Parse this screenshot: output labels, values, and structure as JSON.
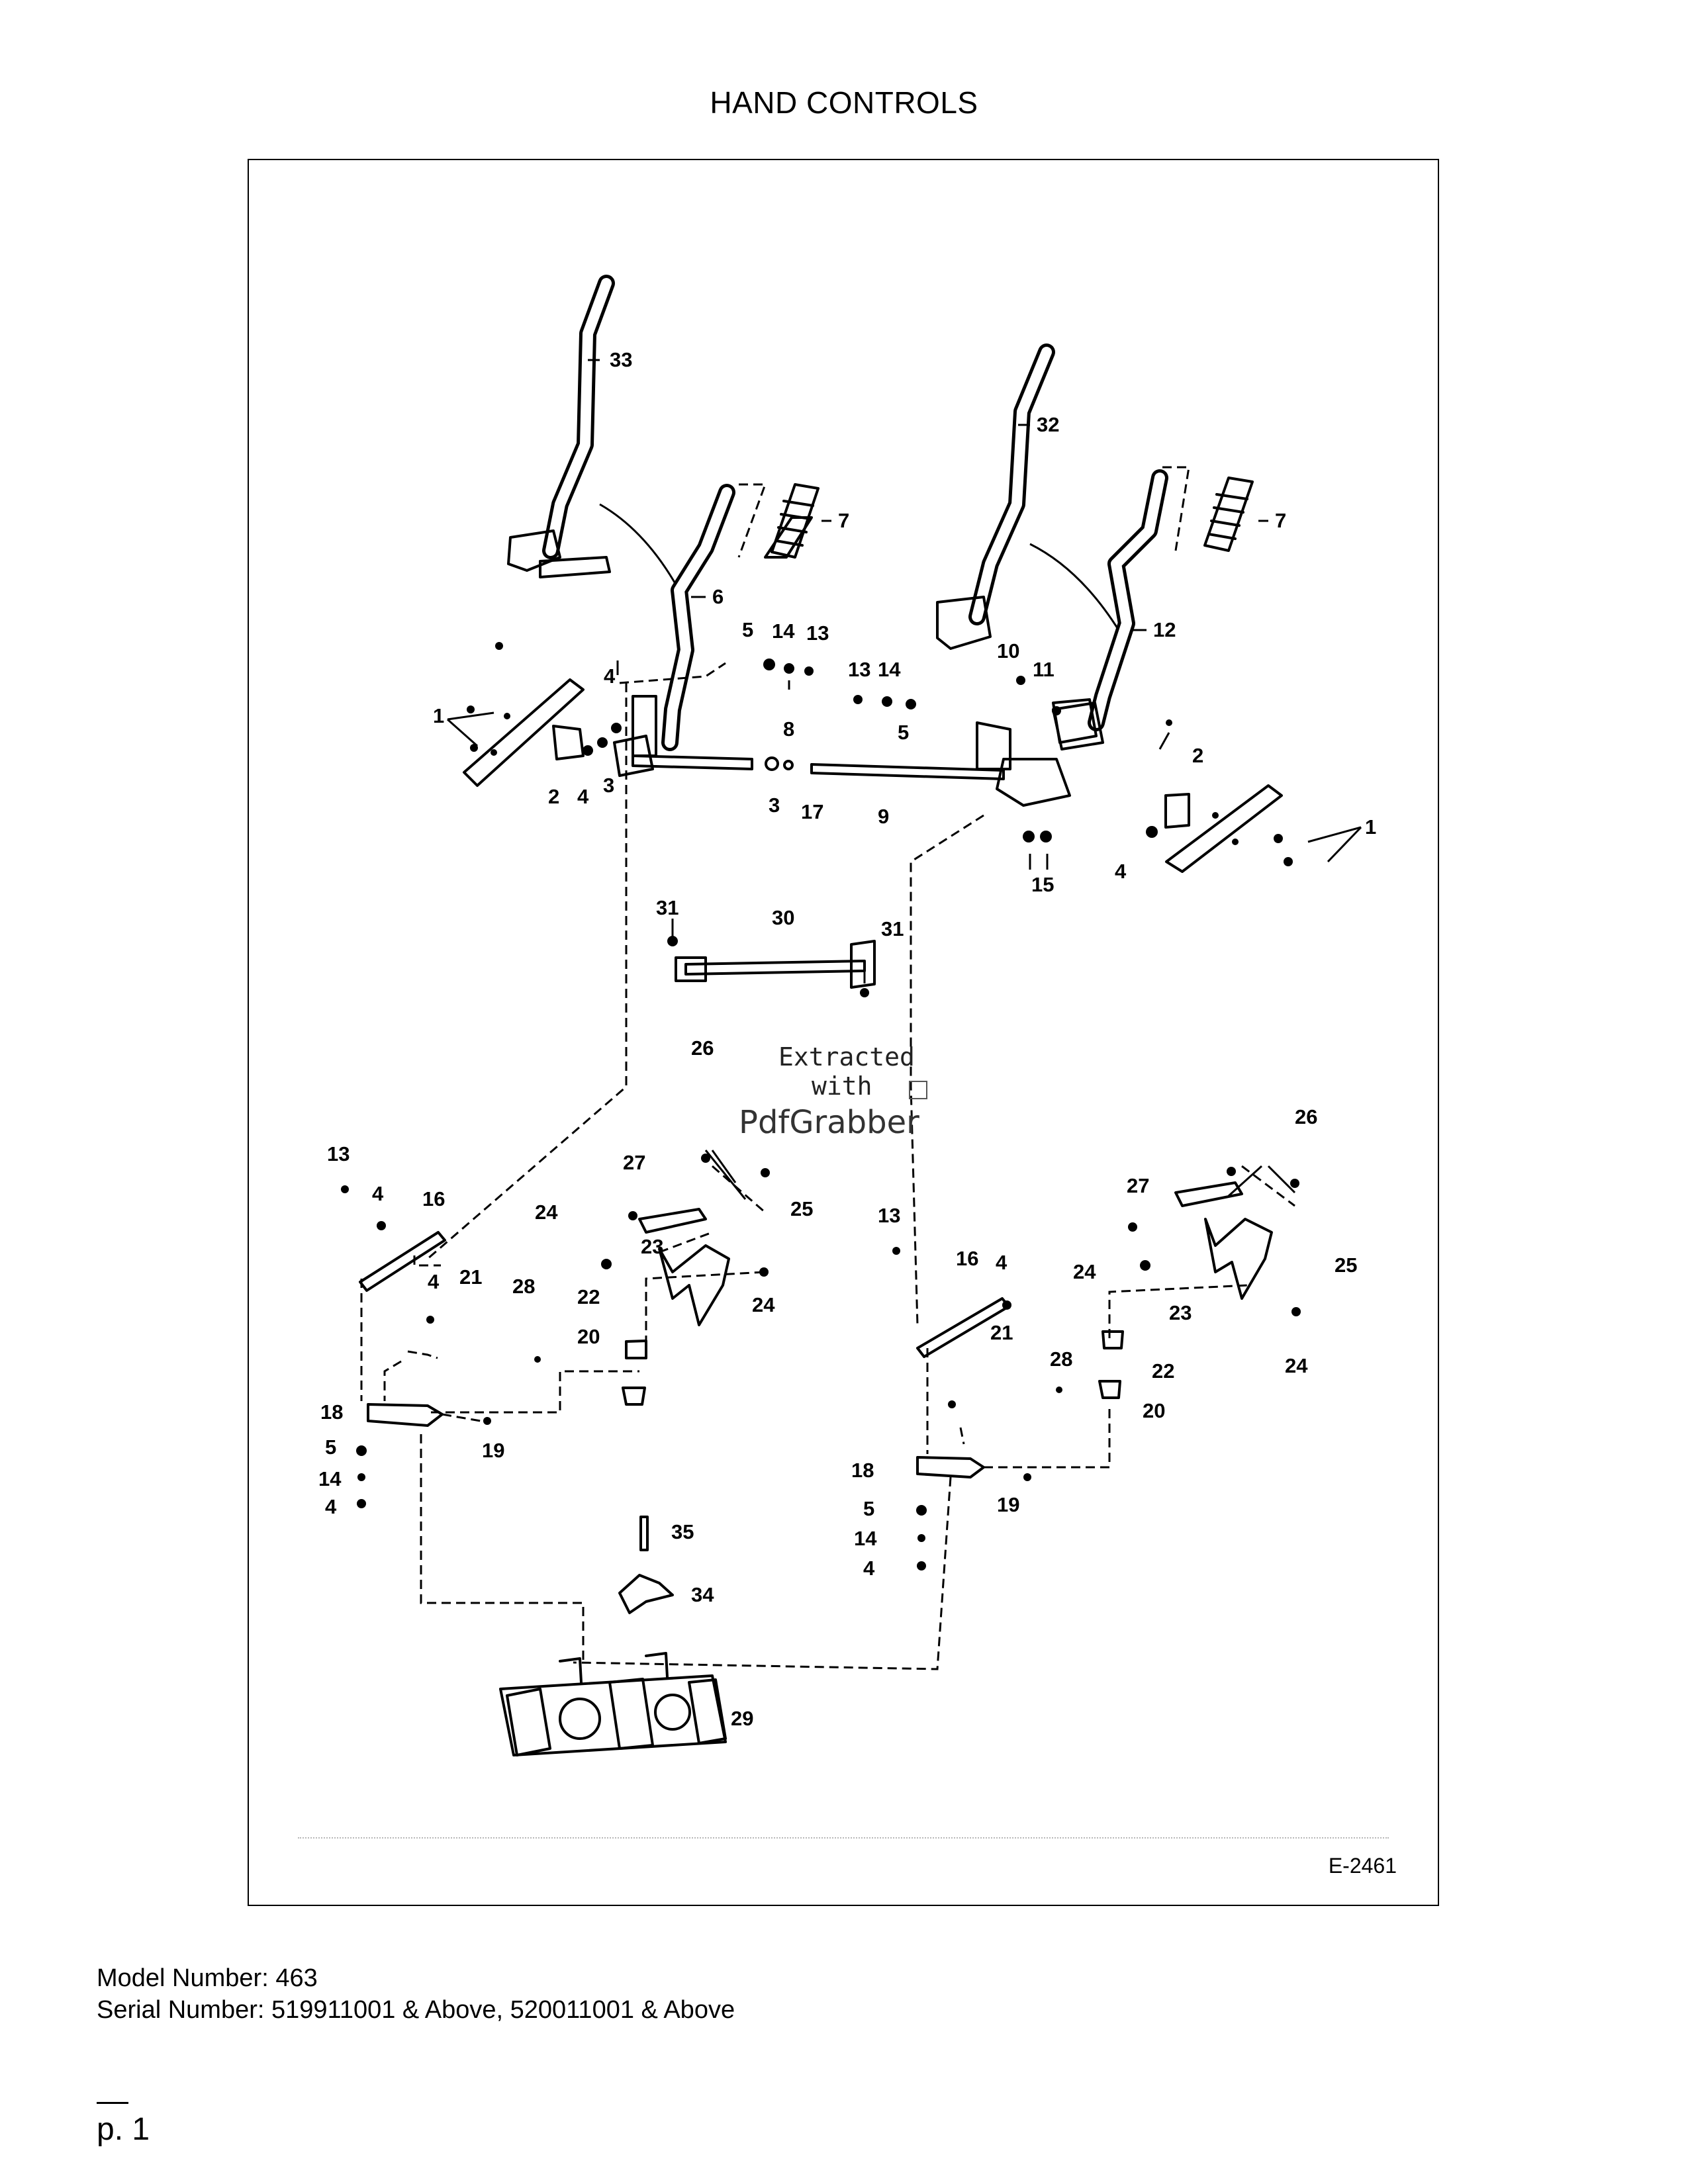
{
  "page": {
    "title": "HAND CONTROLS",
    "figure_id": "E-2461",
    "model_number": "Model Number: 463",
    "serial_number": "Serial Number: 519911001 & Above, 520011001 & Above",
    "page_number": "p. 1"
  },
  "watermark": {
    "line1": "Extracted",
    "line2": "with",
    "line3": "PdfGrabber"
  },
  "callouts": [
    "33",
    "32",
    "7",
    "7",
    "6",
    "12",
    "5",
    "14",
    "13",
    "13",
    "14",
    "10",
    "11",
    "5",
    "4",
    "1",
    "2",
    "4",
    "3",
    "8",
    "3",
    "17",
    "9",
    "2",
    "1",
    "4",
    "15",
    "31",
    "30",
    "31",
    "26",
    "26",
    "27",
    "27",
    "25",
    "25",
    "24",
    "24",
    "23",
    "23",
    "24",
    "24",
    "13",
    "4",
    "16",
    "13",
    "16",
    "4",
    "28",
    "22",
    "20",
    "21",
    "4",
    "21",
    "28",
    "22",
    "20",
    "18",
    "19",
    "18",
    "19",
    "5",
    "14",
    "4",
    "5",
    "14",
    "4",
    "35",
    "34",
    "29"
  ]
}
